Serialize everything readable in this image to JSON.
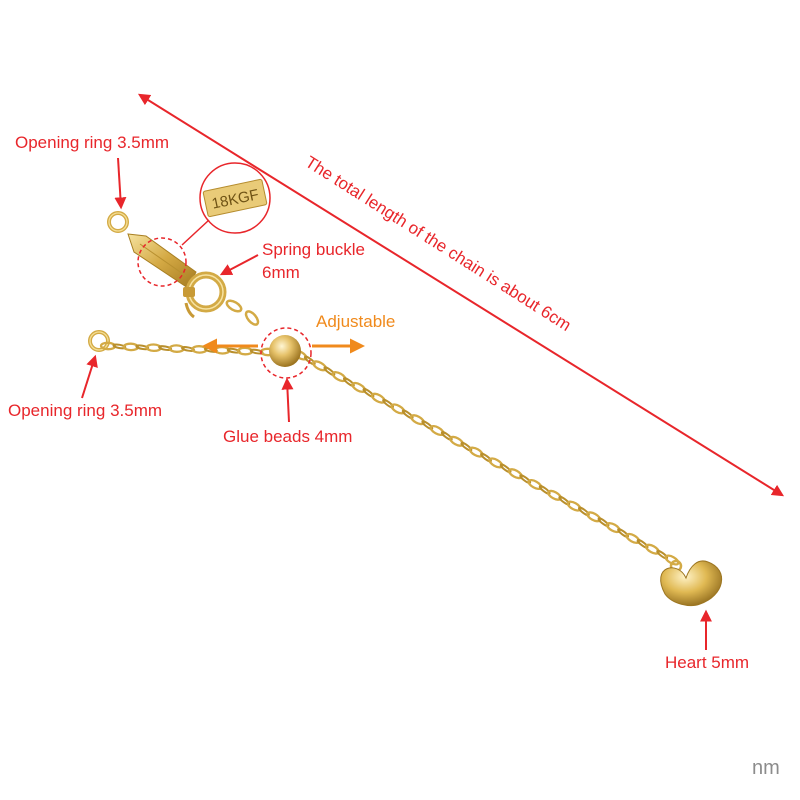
{
  "labels": {
    "opening_ring_top": "Opening ring 3.5mm",
    "spring_buckle_line1": "Spring buckle",
    "spring_buckle_line2": "6mm",
    "adjustable": "Adjustable",
    "opening_ring_left": "Opening ring 3.5mm",
    "glue_beads": "Glue beads 4mm",
    "heart": "Heart 5mm",
    "total_length": "The total length of the chain is about 6cm",
    "stamp": "18KGF",
    "corner_fragment": "nm"
  },
  "colors": {
    "annotation": "#e8262b",
    "adjustable": "#f08a1c",
    "gold": "#d8b24a",
    "gold_dark": "#a87f22",
    "gold_light": "#f4dc8c"
  }
}
